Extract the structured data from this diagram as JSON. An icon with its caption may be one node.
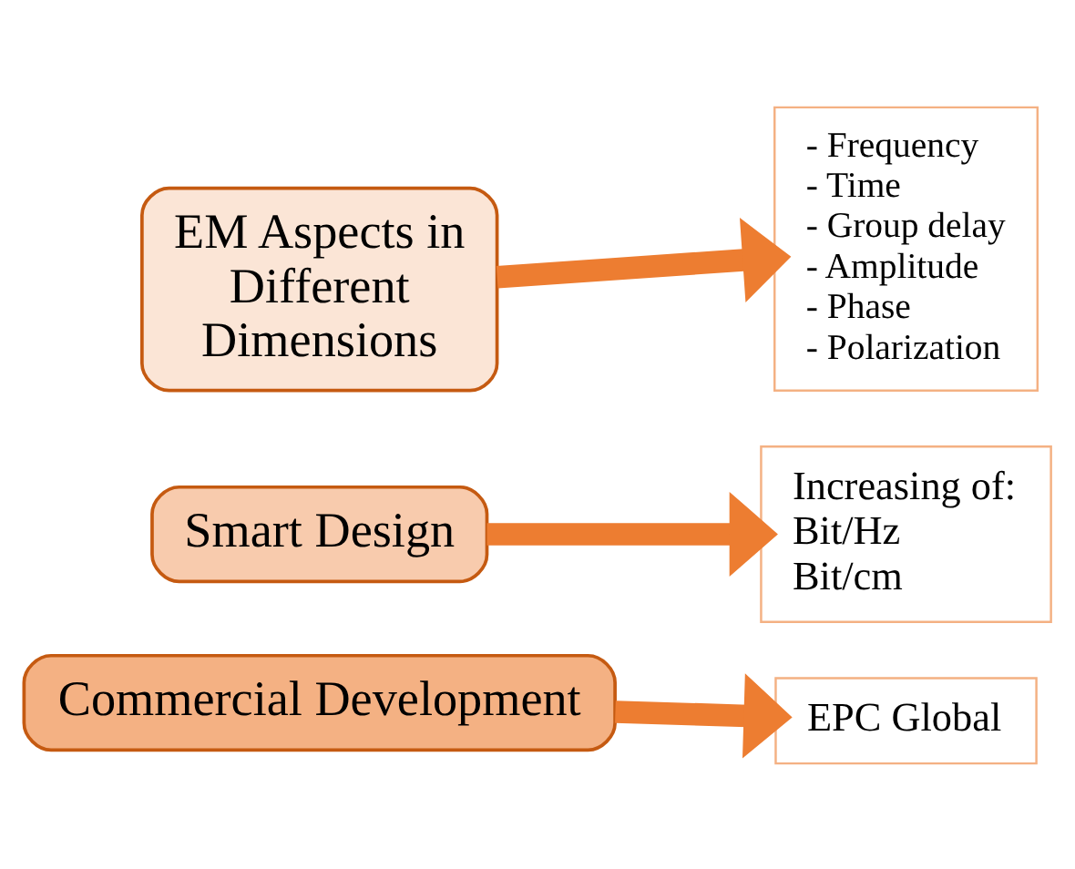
{
  "diagram": {
    "nodes": [
      {
        "text": [
          "EM Aspects in Different Dimensions"
        ]
      },
      {
        "text": [
          "- Frequency",
          "- Time",
          "- Group delay",
          "- Amplitude",
          "- Phase",
          "- Polarization"
        ]
      },
      {
        "text": [
          "Smart Design"
        ]
      },
      {
        "text": [
          "Increasing of:",
          "Bit/Hz",
          "Bit/cm"
        ]
      },
      {
        "text": [
          "Commercial Development"
        ]
      },
      {
        "text": [
          "EPC Global"
        ]
      }
    ],
    "edges": [
      {
        "from": 0,
        "to": 1,
        "arrow": "to"
      },
      {
        "from": 2,
        "to": 3,
        "arrow": "to"
      },
      {
        "from": 4,
        "to": 5,
        "arrow": "to"
      }
    ]
  }
}
